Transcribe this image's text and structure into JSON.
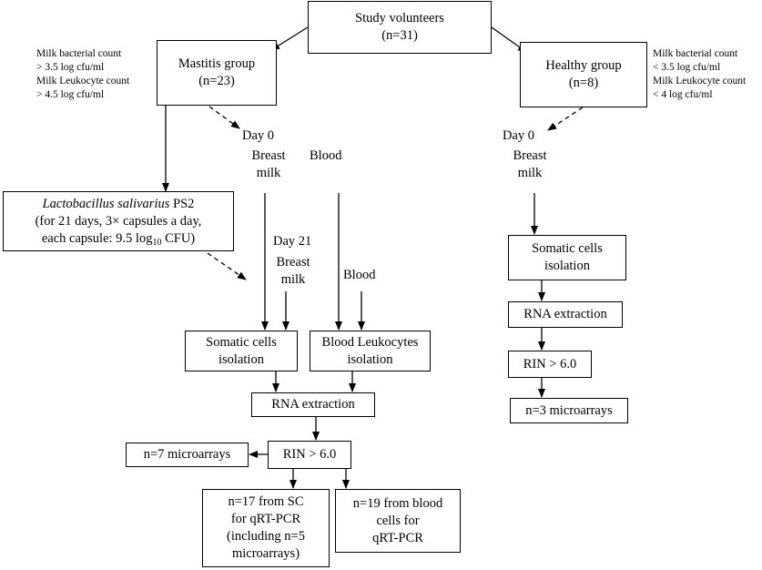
{
  "top": {
    "title": "Study volunteers",
    "n": "(n=31)"
  },
  "mastitis": {
    "title": "Mastitis group",
    "n": "(n=23)",
    "criteria": [
      "Milk bacterial count",
      "> 3.5  log cfu/ml",
      "Milk Leukocyte count",
      "> 4.5  log cfu/ml"
    ]
  },
  "healthy": {
    "title": "Healthy  group",
    "n": "(n=8)",
    "criteria": [
      "Milk bacterial count",
      "< 3.5  log cfu/ml",
      "Milk Leukocyte count",
      "< 4  log cfu/ml"
    ]
  },
  "probiotic": {
    "name_italic": "Lactobacillus salivarius",
    "strain": " PS2",
    "line2": "(for 21 days, 3× capsules  a day,",
    "line3_pre": "each capsule:  9.5 log",
    "line3_sub": "10",
    "line3_post": " CFU)"
  },
  "mastitis_branch": {
    "day0": "Day 0",
    "breast_milk_0": [
      "Breast",
      "milk"
    ],
    "blood_0": "Blood",
    "day21": "Day 21",
    "breast_milk_21": [
      "Breast",
      "milk"
    ],
    "blood_21": "Blood",
    "somatic": [
      "Somatic  cells",
      "isolation"
    ],
    "leukocytes": [
      "Blood Leukocytes",
      "isolation"
    ],
    "rna": "RNA extraction",
    "rin": "RIN > 6.0",
    "microarrays": "n=7 microarrays",
    "sc_qpcr": [
      "n=17 from SC",
      "for qRT-PCR",
      "(including  n=5",
      "microarrays)"
    ],
    "blood_qpcr": [
      "n=19 from blood",
      "cells for",
      "qRT-PCR"
    ]
  },
  "healthy_branch": {
    "day0": "Day  0",
    "breast_milk": [
      "Breast",
      "milk"
    ],
    "somatic": [
      "Somatic  cells",
      "isolation"
    ],
    "rna": "RNA extraction",
    "rin": "RIN > 6.0",
    "microarrays": "n=3 microarrays"
  }
}
